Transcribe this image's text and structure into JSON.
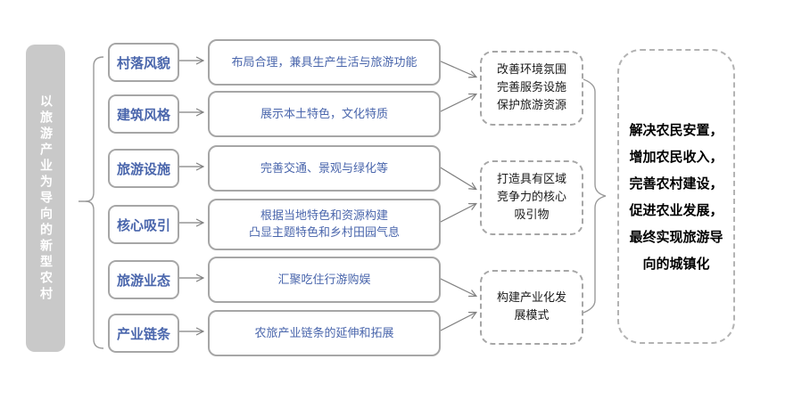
{
  "left_bar": {
    "text": "以旅游产业为导向的新型农村"
  },
  "rows": [
    {
      "label": "村落风貌",
      "desc": "布局合理，兼具生产生活与旅游功能"
    },
    {
      "label": "建筑风格",
      "desc": "展示本土特色，文化特质"
    },
    {
      "label": "旅游设施",
      "desc": "完善交通、景观与绿化等"
    },
    {
      "label": "核心吸引",
      "desc": "根据当地特色和资源构建\n凸显主题特色和乡村田园气息"
    },
    {
      "label": "旅游业态",
      "desc": "汇聚吃住行游购娱"
    },
    {
      "label": "产业链条",
      "desc": "农旅产业链条的延伸和拓展"
    }
  ],
  "outcomes": [
    {
      "text": "改善环境氛围\n完善服务设施\n保护旅游资源"
    },
    {
      "text": "打造具有区域\n竞争力的核心\n吸引物"
    },
    {
      "text": "构建产业化发\n展模式"
    }
  ],
  "final": {
    "text": "解决农民安置，\n增加农民收入，\n完善农村建设，\n促进农业发展，\n最终实现旅游导\n向的城镇化"
  },
  "colors": {
    "accent_blue": "#4a66ac",
    "box_border": "#a6a6a6",
    "bar_gray": "#c9c9c9",
    "connector_gray": "#808080",
    "text_black": "#1a1a1a"
  }
}
